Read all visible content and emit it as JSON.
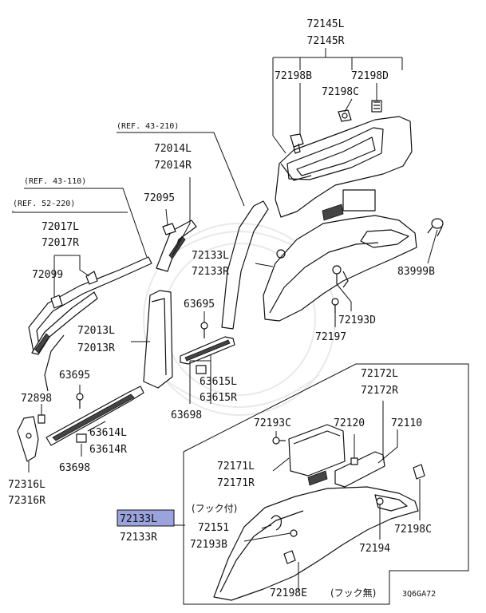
{
  "labels": {
    "l72145L": "72145L",
    "l72145R": "72145R",
    "l72198B": "72198B",
    "l72198D": "72198D",
    "l72198C_top": "72198C",
    "ref43210": "(REF. 43-210)",
    "l72014L": "72014L",
    "l72014R": "72014R",
    "l72095": "72095",
    "ref43110": "(REF. 43-110)",
    "ref52220": "(REF. 52-220)",
    "l72017L": "72017L",
    "l72017R": "72017R",
    "l72099": "72099",
    "l72133L_a": "72133L",
    "l72133R_a": "72133R",
    "l83999B": "83999B",
    "l63695_a": "63695",
    "l72013L": "72013L",
    "l72013R": "72013R",
    "l72193D": "72193D",
    "l72197": "72197",
    "l63695_b": "63695",
    "l63615L": "63615L",
    "l63615R": "63615R",
    "l72898": "72898",
    "l63698_a": "63698",
    "l72172L": "72172L",
    "l72172R": "72172R",
    "l63614L": "63614L",
    "l63614R": "63614R",
    "l72193C": "72193C",
    "l72120": "72120",
    "l72110": "72110",
    "l63698_b": "63698",
    "l72171L": "72171L",
    "l72171R": "72171R",
    "l72316L": "72316L",
    "l72316R": "72316R",
    "hook_with": "(フック付)",
    "l72151": "72151",
    "l72198C_b": "72198C",
    "l72133L_hl": "72133L",
    "l72133R_b": "72133R",
    "l72193B": "72193B",
    "l72194": "72194",
    "l72198E": "72198E",
    "hook_without": "(フック無)",
    "code": "3Q6GA72"
  },
  "highlight_color": "#9aa3db"
}
